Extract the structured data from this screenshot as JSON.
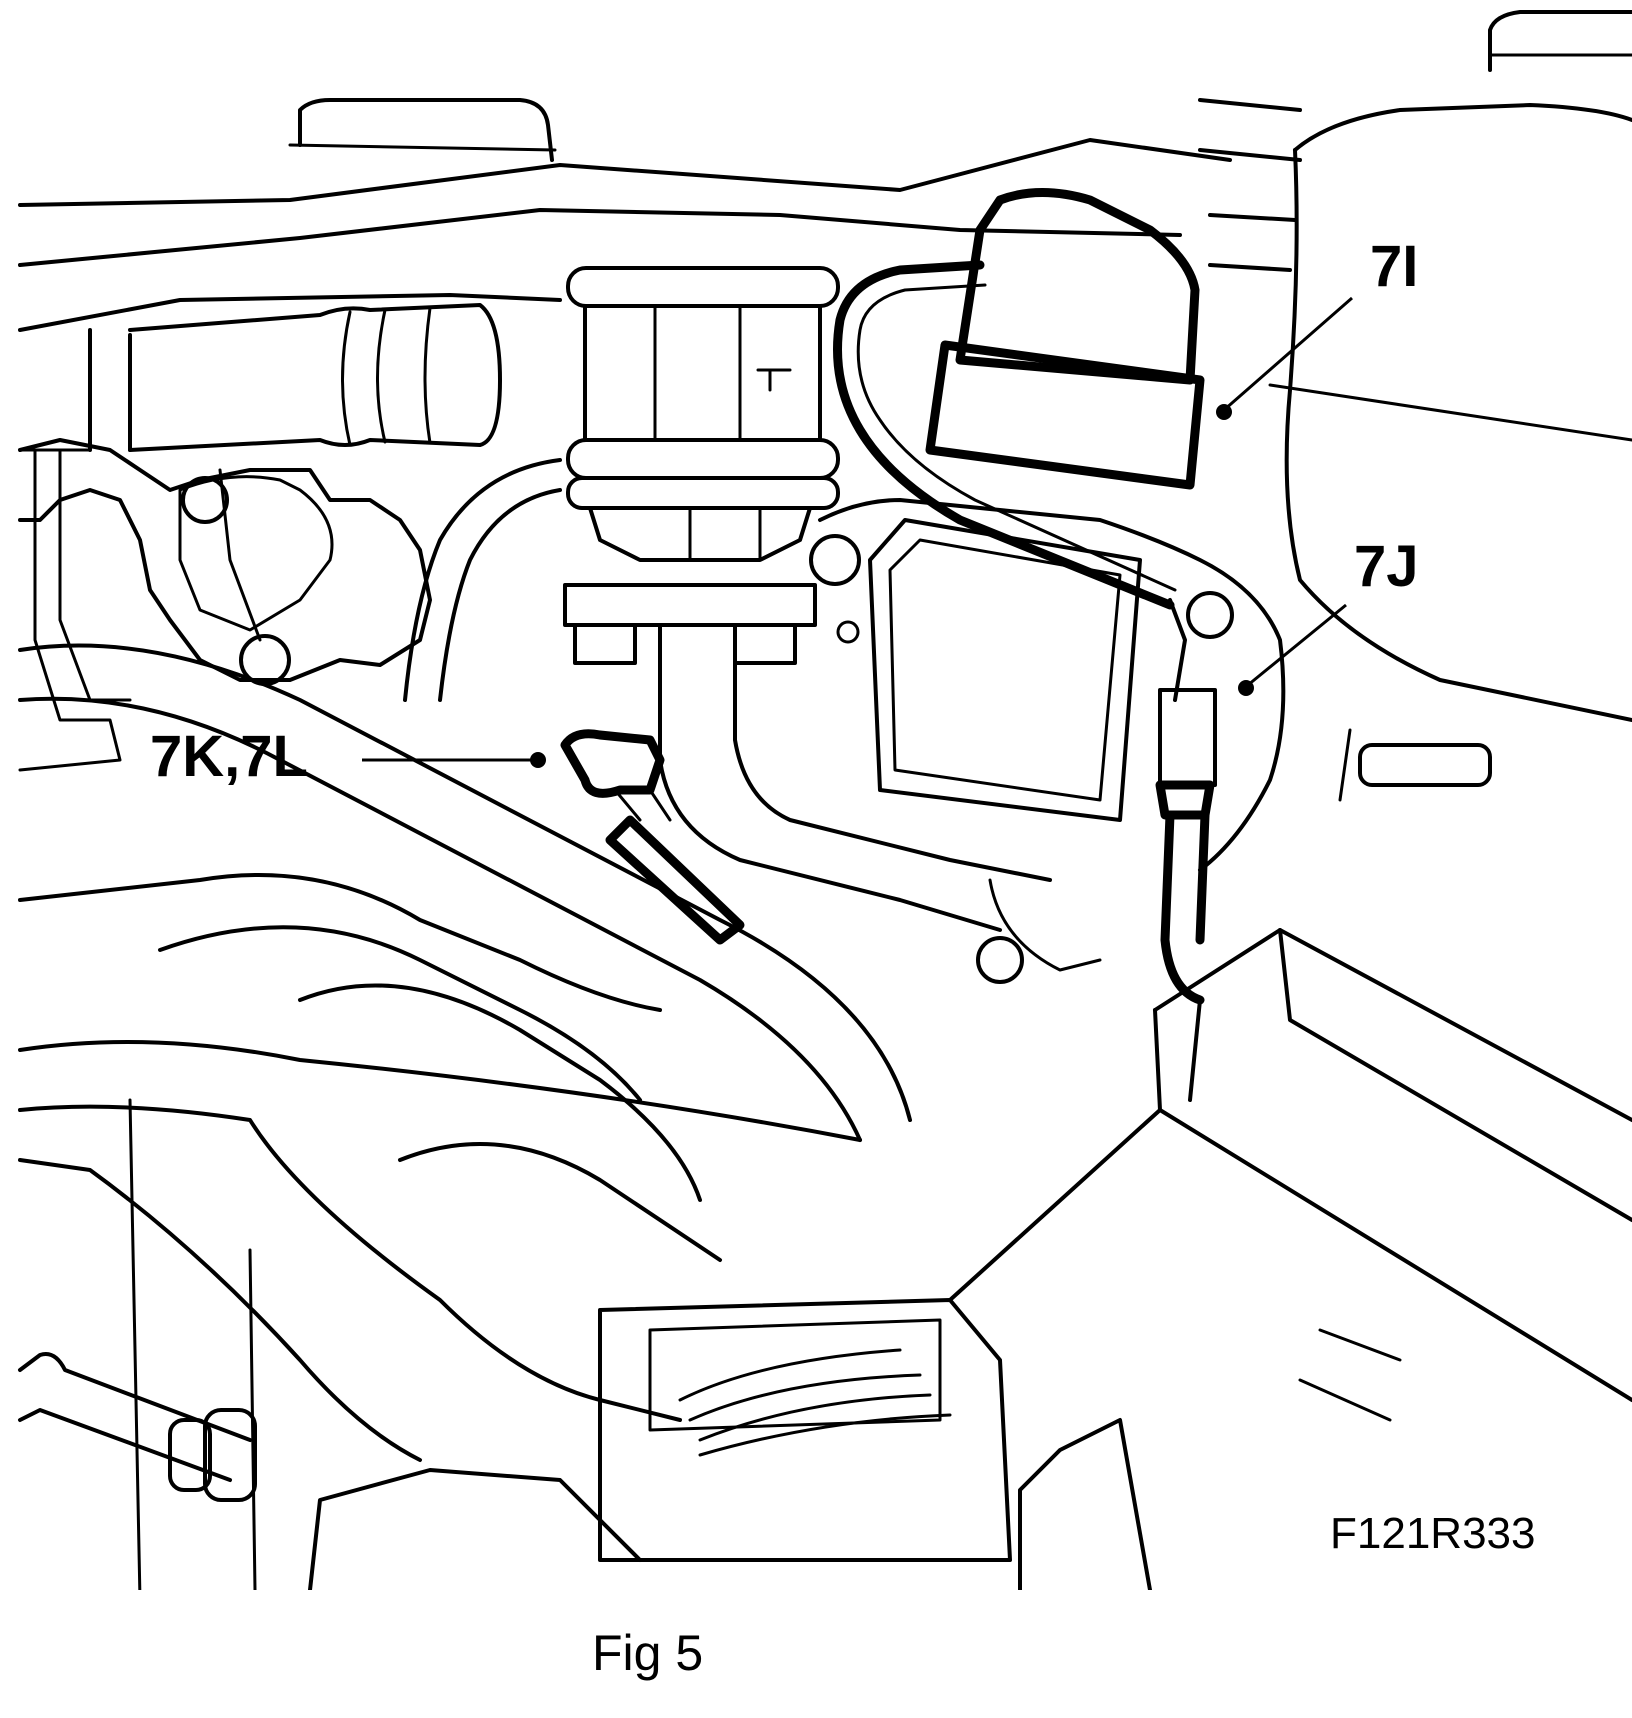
{
  "callouts": {
    "label_7i": "7I",
    "label_7j": "7J",
    "label_7k_7l": "7K,7L"
  },
  "figure": {
    "reference_code": "F121R333",
    "caption": "Fig 5"
  }
}
